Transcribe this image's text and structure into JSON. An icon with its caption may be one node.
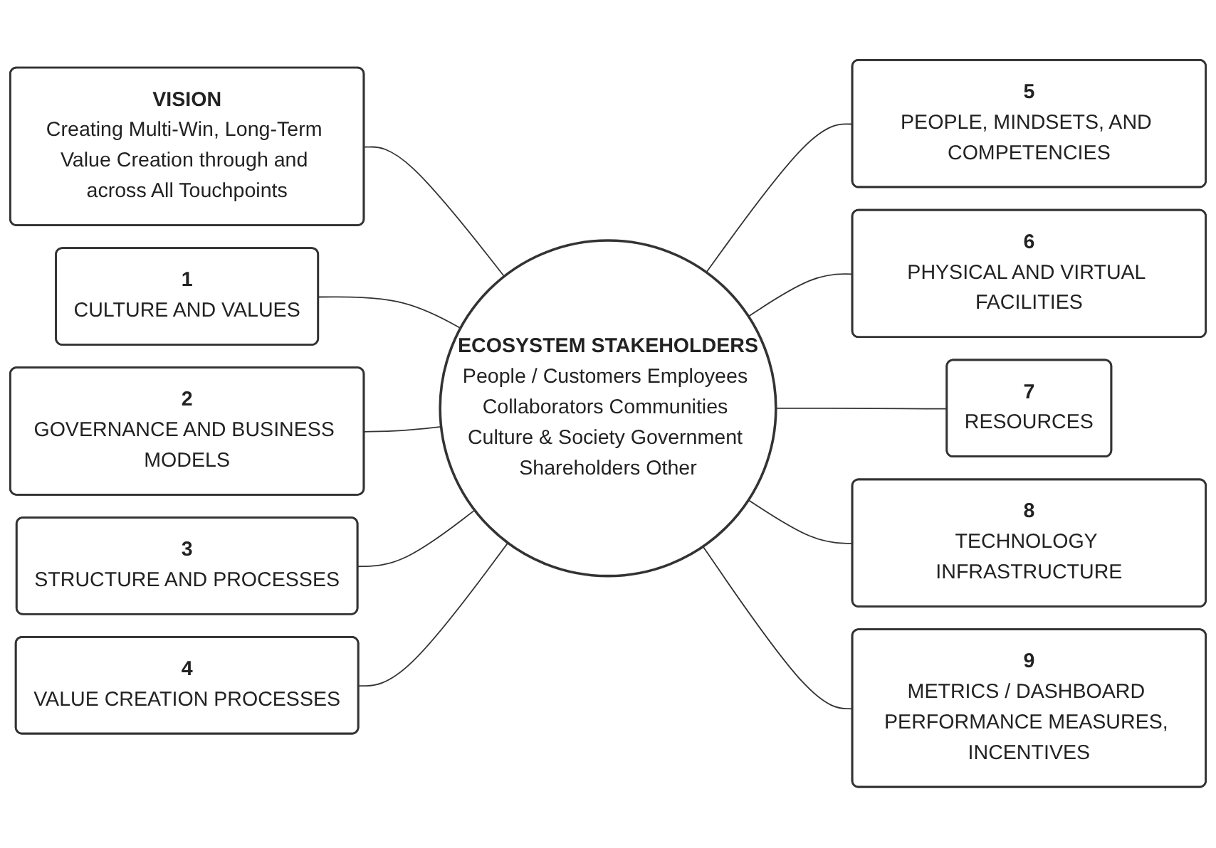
{
  "diagram": {
    "nodes": [
      {
        "text": [
          "VISION",
          "Creating Multi-Win, Long-Term Value Creation through and across All Touchpoints"
        ]
      },
      {
        "text": [
          "ECOSYSTEM STAKEHOLDERS",
          "People / Customers Employees Collaborators Communities Culture & Society Government Shareholders Other"
        ]
      },
      {
        "text": [
          "1",
          "CULTURE AND VALUES"
        ]
      },
      {
        "text": [
          "2",
          "GOVERNANCE AND BUSINESS MODELS"
        ]
      },
      {
        "text": [
          "3",
          "STRUCTURE AND PROCESSES"
        ]
      },
      {
        "text": [
          "4",
          "VALUE CREATION PROCESSES"
        ]
      },
      {
        "text": [
          "5",
          "PEOPLE, MINDSETS, AND COMPETENCIES"
        ]
      },
      {
        "text": [
          "6",
          "PHYSICAL AND VIRTUAL FACILITIES"
        ]
      },
      {
        "text": [
          "7",
          "RESOURCES"
        ]
      },
      {
        "text": [
          "8",
          "TECHNOLOGY INFRASTRUCTURE"
        ]
      },
      {
        "text": [
          "9",
          "METRICS / DASHBOARD PERFORMANCE MEASURES, INCENTIVES"
        ]
      }
    ],
    "edges": [
      {
        "from": 0,
        "to": 1,
        "arrow": "none"
      },
      {
        "from": 2,
        "to": 1,
        "arrow": "none"
      },
      {
        "from": 3,
        "to": 1,
        "arrow": "none"
      },
      {
        "from": 4,
        "to": 1,
        "arrow": "none"
      },
      {
        "from": 5,
        "to": 1,
        "arrow": "none"
      },
      {
        "from": 1,
        "to": 6,
        "arrow": "none"
      },
      {
        "from": 1,
        "to": 7,
        "arrow": "none"
      },
      {
        "from": 1,
        "to": 8,
        "arrow": "none"
      },
      {
        "from": 1,
        "to": 9,
        "arrow": "none"
      },
      {
        "from": 1,
        "to": 10,
        "arrow": "none"
      }
    ]
  }
}
